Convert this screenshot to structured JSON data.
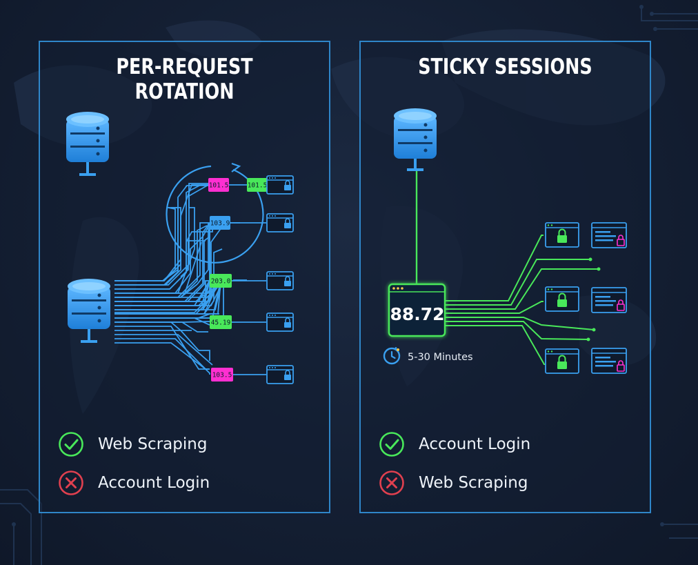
{
  "left_panel": {
    "title": "PER-REQUEST ROTATION",
    "ip_labels": [
      "101.5",
      "101.5",
      "103.9",
      "203.0",
      "45.19",
      "103.5"
    ],
    "criteria": [
      {
        "label": "Web Scraping",
        "status": "check"
      },
      {
        "label": "Account Login",
        "status": "cross"
      }
    ]
  },
  "right_panel": {
    "title": "STICKY SESSIONS",
    "session_ip": "88.72",
    "duration": "5-30 Minutes",
    "criteria": [
      {
        "label": "Account Login",
        "status": "check"
      },
      {
        "label": "Web Scraping",
        "status": "cross"
      }
    ]
  },
  "colors": {
    "blue": "#3aa0f0",
    "green": "#49e85a",
    "magenta": "#ff2fd1",
    "red": "#e0404f",
    "panel_border": "#2f86c9"
  }
}
